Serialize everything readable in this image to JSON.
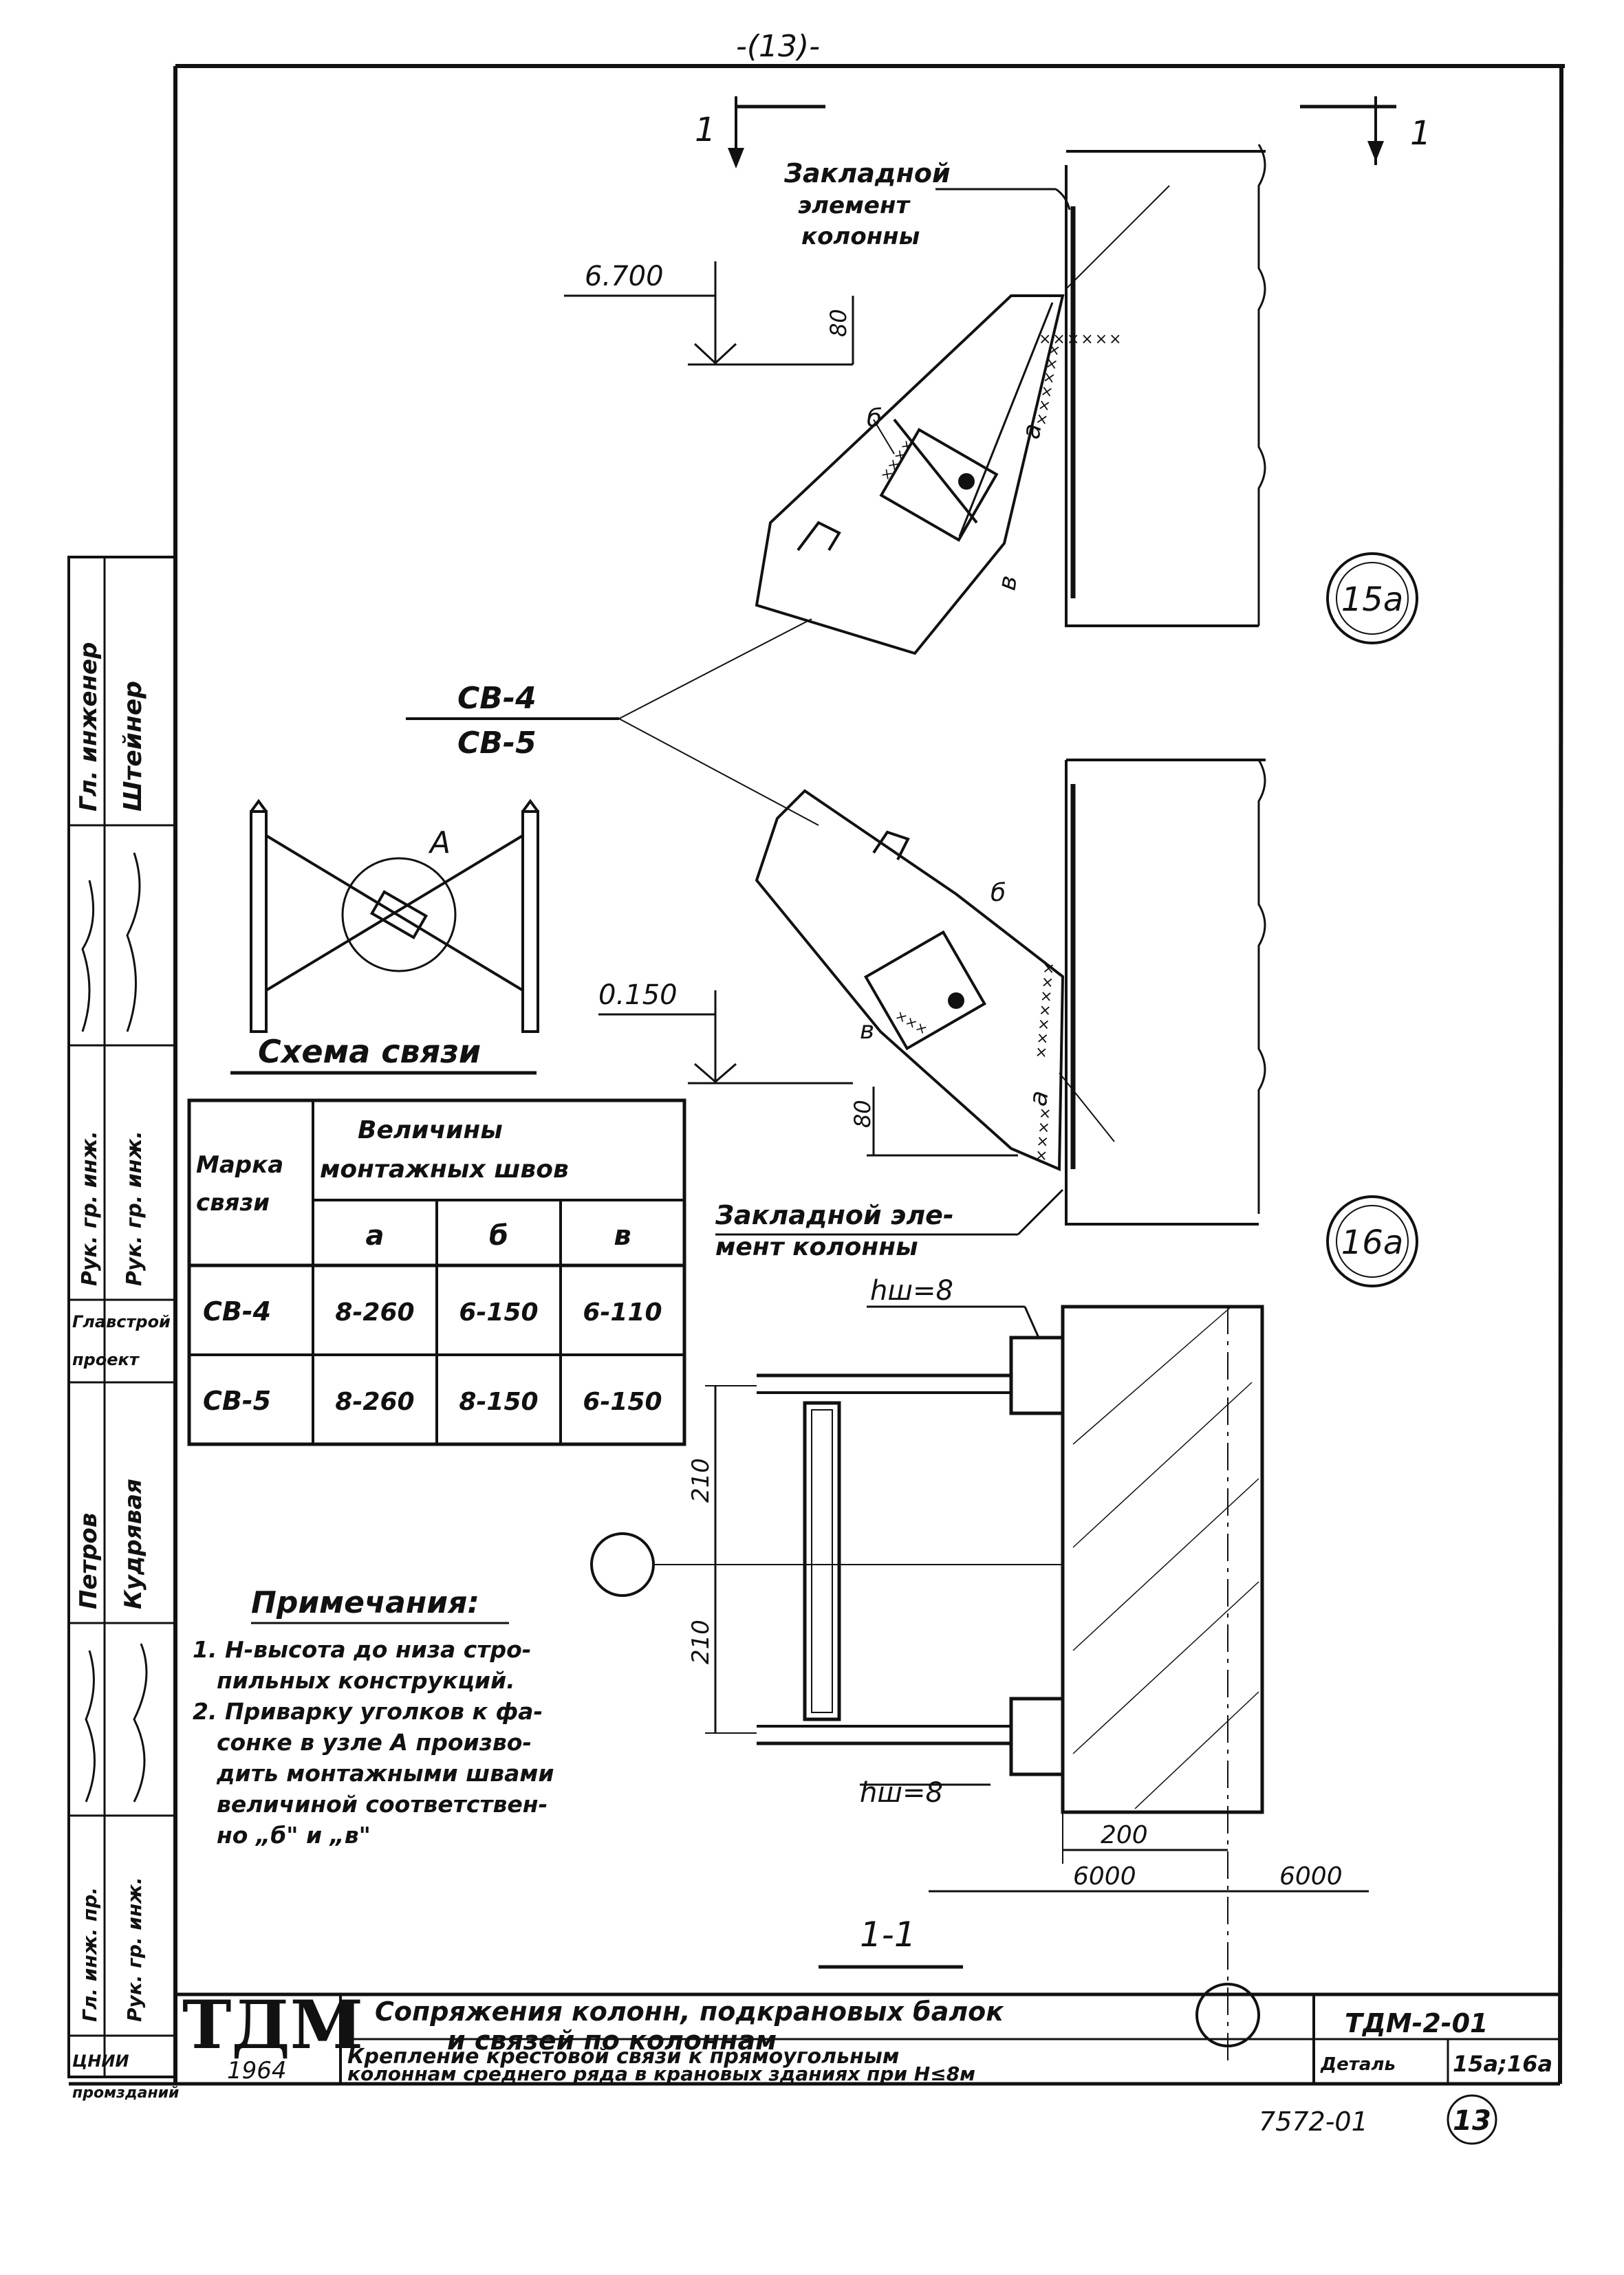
{
  "page_number_top": "-(13)-",
  "section_mark": "1",
  "embedded_element_top": [
    "Закладной",
    "элемент",
    "колонны"
  ],
  "elevation_top": "6.700",
  "elevation_bottom": "0.150",
  "dim_80_top": "80",
  "dim_80_bottom": "80",
  "weld_labels": {
    "a": "а",
    "b": "б",
    "v": "в"
  },
  "callout_15a": "15а",
  "callout_16a": "16а",
  "brace_marks": {
    "top": "СВ-4",
    "bottom": "СВ-5"
  },
  "scheme": {
    "label": "Схема связи",
    "point": "А"
  },
  "embedded_element_bottom": [
    "Закладной эле-",
    "мент колонны"
  ],
  "weld_table": {
    "col_mark": [
      "Марка",
      "связи"
    ],
    "col_group": [
      "Величины",
      "монтажных швов"
    ],
    "sub_headers": [
      "а",
      "б",
      "в"
    ],
    "rows": [
      {
        "mark": "СВ-4",
        "a": "8-260",
        "b": "6-150",
        "v": "6-110"
      },
      {
        "mark": "СВ-5",
        "a": "8-260",
        "b": "8-150",
        "v": "6-150"
      }
    ]
  },
  "notes": {
    "title": "Примечания:",
    "lines": [
      "1. Н-высота до низа стро-",
      "пильных конструкций.",
      "2. Приварку уголков к фа-",
      "сонке в узле А произво-",
      "дить монтажными швами",
      "величиной соответствен-",
      "но „б\" и „в\""
    ]
  },
  "section_view": {
    "hw_top": "hш=8",
    "hw_bottom": "hш=8",
    "dim_210_top": "210",
    "dim_210_bottom": "210",
    "dim_200": "200",
    "dim_6000_left": "6000",
    "dim_6000_right": "6000",
    "section_label": "1-1"
  },
  "side_stamp": {
    "labels": [
      "Гл. инж. пр.",
      "Рук. гр. инж.",
      "Гл. инженер",
      "Рук. гр. инж.",
      "Главстрой",
      "проект"
    ],
    "names": [
      "Штейнер",
      "Петров",
      "Кудрявая"
    ],
    "bottom": [
      "ЦНИИ",
      "промзданий"
    ]
  },
  "title_block": {
    "logo": "ТДМ",
    "year": "1964",
    "title": [
      "Сопряжения колонн, подкрановых балок",
      "и связей по колоннам"
    ],
    "subtitle": [
      "Крепление крестовой связи к прямоугольным",
      "колоннам среднего ряда в крановых зданиях при H≤8м"
    ],
    "series": "ТДМ-2-01",
    "detail_label": "Деталь",
    "detail_value": "15а;16а"
  },
  "footer": {
    "sheet_code": "7572-01",
    "page": "13"
  }
}
